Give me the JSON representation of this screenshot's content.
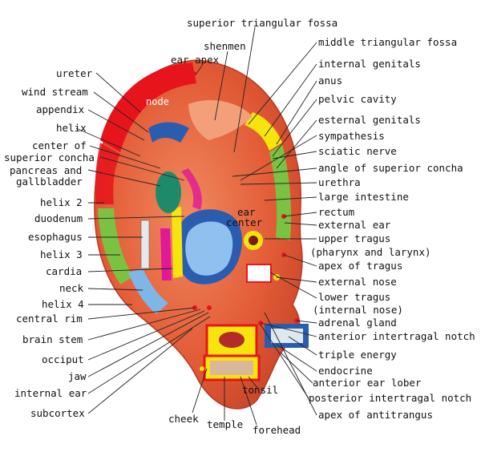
{
  "diagram": {
    "labels_top": [
      "superior triangular fossa",
      "shenmen",
      "ear apex"
    ],
    "labels_left": [
      "ureter",
      "wind stream",
      "appendix",
      "helix",
      "center of",
      "superior concha",
      "pancreas and",
      "gallbladder",
      "helix 2",
      "duodenum",
      "esophagus",
      "helix 3",
      "cardia",
      "neck",
      "helix 4",
      "central rim",
      "brain stem",
      "occiput",
      "jaw",
      "internal ear",
      "subcortex"
    ],
    "labels_right": [
      "middle triangular fossa",
      "internal genitals",
      "anus",
      "pelvic cavity",
      "esternal genitals",
      "sympathesis",
      "sciatic nerve",
      "angle of superior concha",
      "urethra",
      "large intestine",
      "rectum",
      "external ear",
      "upper tragus",
      "(pharynx and larynx)",
      "apex of tragus",
      "external nose",
      "lower tragus",
      "(internal nose)",
      "adrenal gland",
      "anterior intertragal notch",
      "triple energy",
      "endocrine",
      "anterior ear lober",
      "posterior intertragal notch",
      "apex of antitrangus"
    ],
    "labels_bottom": [
      "cheek",
      "temple",
      "forehead",
      "tonsil"
    ],
    "labels_inner": [
      "node",
      "ear",
      "center"
    ],
    "colors": {
      "skin": "#e85c3a",
      "skin_dark": "#c8402a",
      "red": "#e8141c",
      "yellow": "#f6e40c",
      "green": "#7cc242",
      "blue": "#2a5db0",
      "magenta": "#e0189a",
      "lightblue": "#7fb6e8"
    }
  }
}
